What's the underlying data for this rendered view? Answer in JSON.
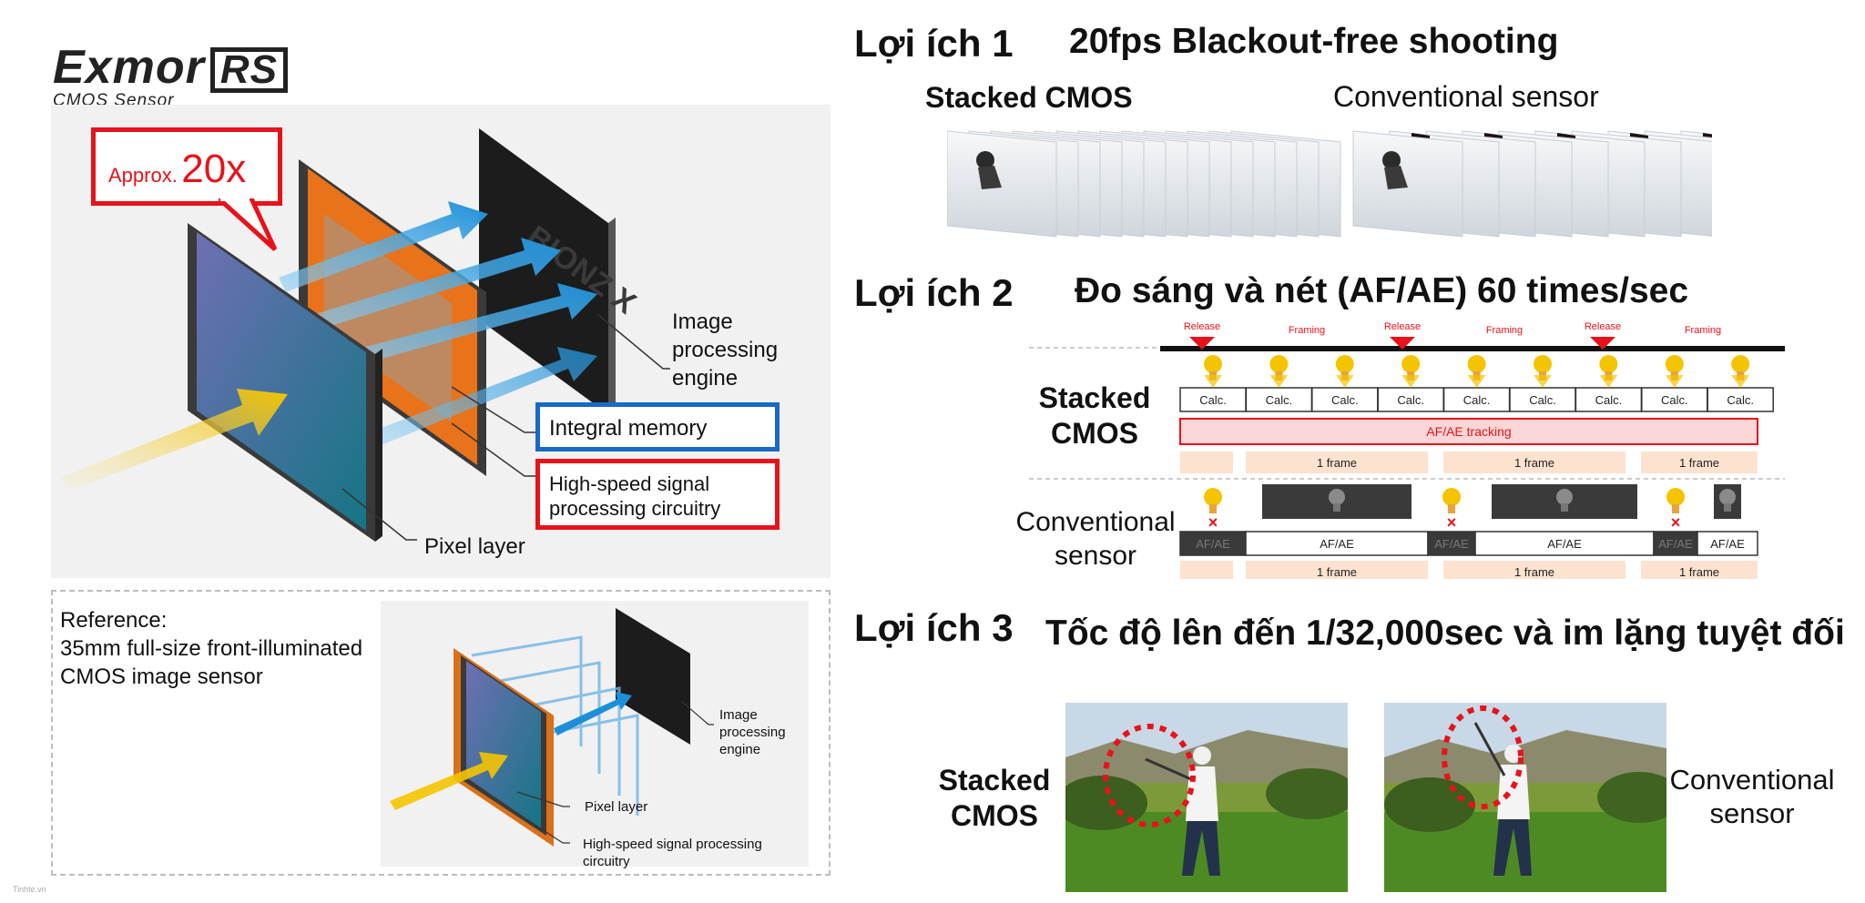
{
  "logo": {
    "brand": "Exmor",
    "brand_suffix": "RS",
    "subtitle": "CMOS Sensor"
  },
  "diagram": {
    "callout_prefix": "Approx.",
    "callout_value": "20x",
    "engine_label": "Image\nprocessing\nengine",
    "integral_memory": "Integral memory",
    "high_speed": "High-speed signal\nprocessing circuitry",
    "pixel_layer": "Pixel layer"
  },
  "reference": {
    "text": "Reference:\n35mm full-size front-illuminated\nCMOS image sensor",
    "engine_label": "Image\nprocessing\nengine",
    "pixel_layer": "Pixel layer",
    "high_speed": "High-speed signal processing\ncircuitry"
  },
  "benefit1": {
    "tag": "Lợi ích 1",
    "title": "20fps Blackout-free shooting",
    "stacked_label": "Stacked CMOS",
    "conventional_label": "Conventional sensor"
  },
  "benefit2": {
    "tag": "Lợi ích 2",
    "title": "Đo sáng và nét (AF/AE) 60 times/sec",
    "stacked_label": "Stacked\nCMOS",
    "conventional_label": "Conventional\nsensor",
    "release": "Release",
    "framing": "Framing",
    "calc": "Calc.",
    "tracking": "AF/AE tracking",
    "afae": "AF/AE",
    "one_frame": "1 frame"
  },
  "benefit3": {
    "tag": "Lợi ích 3",
    "title": "Tốc độ lên đến 1/32,000sec và im lặng tuyệt đối",
    "stacked_label": "Stacked\nCMOS",
    "conventional_label": "Conventional\nsensor"
  },
  "credit": "Tinhte.vn",
  "colors": {
    "red": "#e8121b",
    "blue": "#1769c7",
    "orange": "#e8731a",
    "yellow": "#f5c400",
    "peach": "#fde3cf",
    "tracking_fill": "#fbd6d6"
  }
}
